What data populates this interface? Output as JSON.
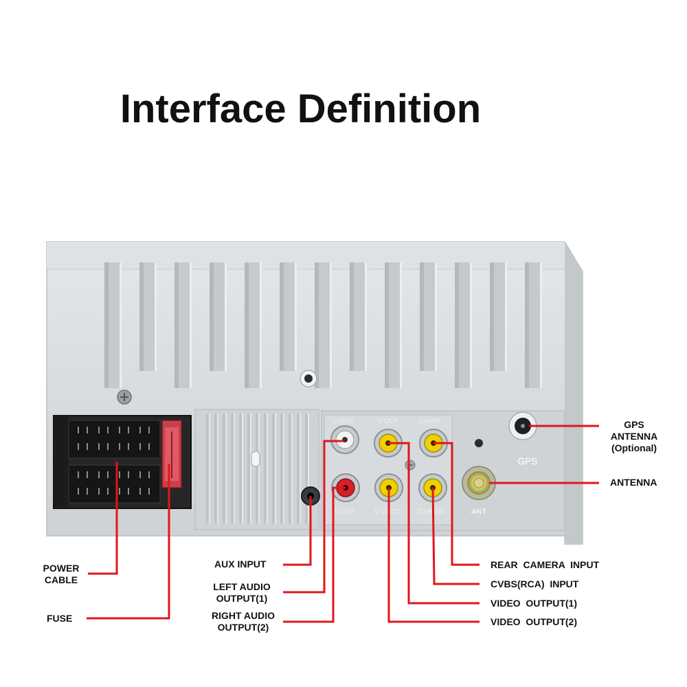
{
  "title": "Interface Definition",
  "colors": {
    "leader": "#e0161c",
    "housing": "#d6dadd",
    "rca_white": "#f3f3f3",
    "rca_yellow": "#f0d000",
    "rca_red": "#d4202a"
  },
  "ports": {
    "l_out": "L-OUT",
    "v_out": "V-OUT",
    "cam_in": "CAMIN",
    "r_out": "R-OUT",
    "v_out2": "V-OUT2",
    "cvbs_in": "CVBSIN",
    "gps": "GPS",
    "ant": "ANT"
  },
  "labels": {
    "gps_antenna": [
      "GPS",
      "ANTENNA",
      "(Optional)"
    ],
    "antenna": "ANTENNA",
    "power_cable": [
      "POWER",
      "CABLE"
    ],
    "fuse": "FUSE",
    "aux_input": "AUX INPUT",
    "left_audio": [
      "LEFT AUDIO",
      "OUTPUT(1)"
    ],
    "right_audio": [
      "RIGHT AUDIO",
      "OUTPUT(2)"
    ],
    "rear_camera": "REAR  CAMERA  INPUT",
    "cvbs_input": "CVBS(RCA)  INPUT",
    "video_output_1": "VIDEO  OUTPUT(1)",
    "video_output_2": "VIDEO  OUTPUT(2)"
  }
}
